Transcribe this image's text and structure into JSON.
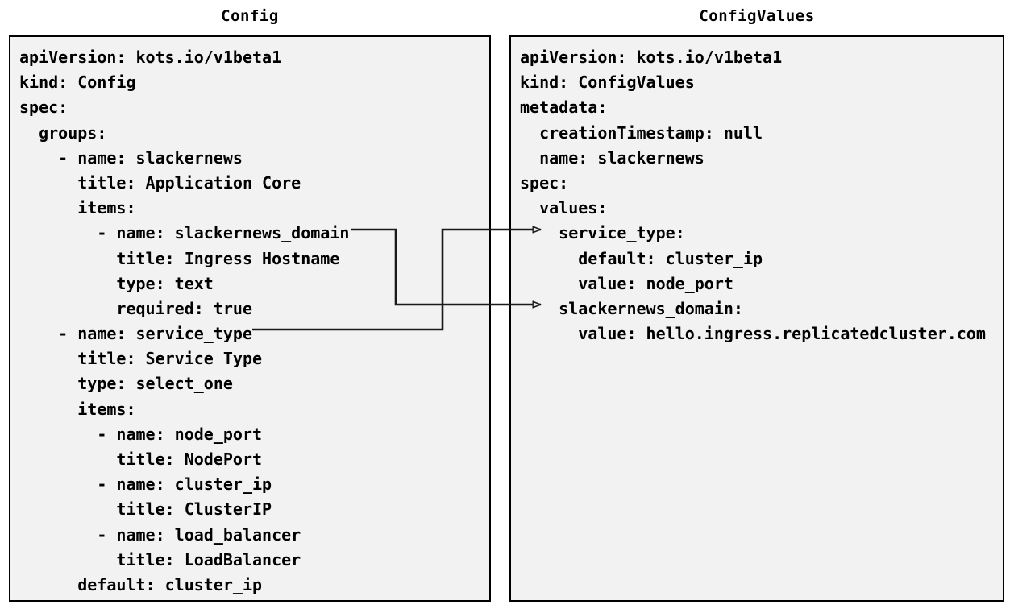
{
  "panels": {
    "left": {
      "title": "Config",
      "lines": [
        "apiVersion: kots.io/v1beta1",
        "kind: Config",
        "spec:",
        "  groups:",
        "    - name: slackernews",
        "      title: Application Core",
        "      items:",
        "        - name: slackernews_domain",
        "          title: Ingress Hostname",
        "          type: text",
        "          required: true",
        "    - name: service_type",
        "      title: Service Type",
        "      type: select_one",
        "      items:",
        "        - name: node_port",
        "          title: NodePort",
        "        - name: cluster_ip",
        "          title: ClusterIP",
        "        - name: load_balancer",
        "          title: LoadBalancer",
        "      default: cluster_ip"
      ]
    },
    "right": {
      "title": "ConfigValues",
      "lines": [
        "apiVersion: kots.io/v1beta1",
        "kind: ConfigValues",
        "metadata:",
        "  creationTimestamp: null",
        "  name: slackernews",
        "spec:",
        "  values:",
        "    service_type:",
        "      default: cluster_ip",
        "      value: node_port",
        "    slackernews_domain:",
        "      value: hello.ingress.replicatedcluster.com"
      ]
    }
  },
  "connectors": [
    {
      "id": "slackernews-domain-to-slackernews-domain",
      "from_label": "slackernews_domain",
      "to_label": "slackernews_domain",
      "color": "#1a1a1a"
    },
    {
      "id": "service-type-to-service-type",
      "from_label": "service_type",
      "to_label": "service_type",
      "color": "#1a1a1a"
    }
  ],
  "colors": {
    "panel_background": "#f2f2f2",
    "panel_border": "#000000",
    "text": "#000000",
    "connector": "#1a1a1a",
    "page_background": "#ffffff"
  }
}
